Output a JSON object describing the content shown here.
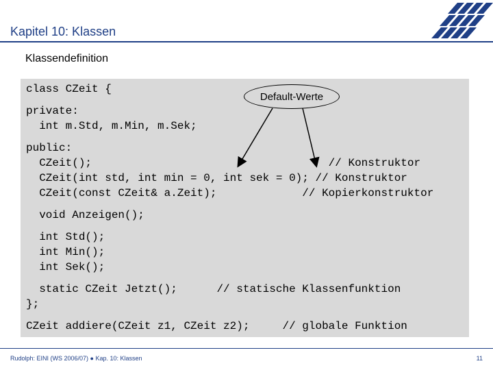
{
  "header": {
    "title": "Kapitel 10: Klassen"
  },
  "slide": {
    "subtitle": "Klassendefinition",
    "bubble_label": "Default-Werte",
    "code": {
      "l1": "class CZeit {",
      "l2": "private:",
      "l3": "  int m.Std, m.Min, m.Sek;",
      "l4": "public:",
      "l5": "  CZeit();                                    // Konstruktor",
      "l6": "  CZeit(int std, int min = 0, int sek = 0); // Konstruktor",
      "l7": "  CZeit(const CZeit& a.Zeit);             // Kopierkonstruktor",
      "l8": "  void Anzeigen();",
      "l9": "  int Std();",
      "l10": "  int Min();",
      "l11": "  int Sek();",
      "l12": "  static CZeit Jetzt();      // statische Klassenfunktion",
      "l13": "};",
      "l14": "CZeit addiere(CZeit z1, CZeit z2);     // globale Funktion"
    }
  },
  "footer": {
    "text": "Rudolph: EINI (WS 2006/07)  ●  Kap. 10: Klassen",
    "page": "11"
  },
  "colors": {
    "accent": "#1f3f86",
    "code_bg": "#d9d9d9"
  }
}
